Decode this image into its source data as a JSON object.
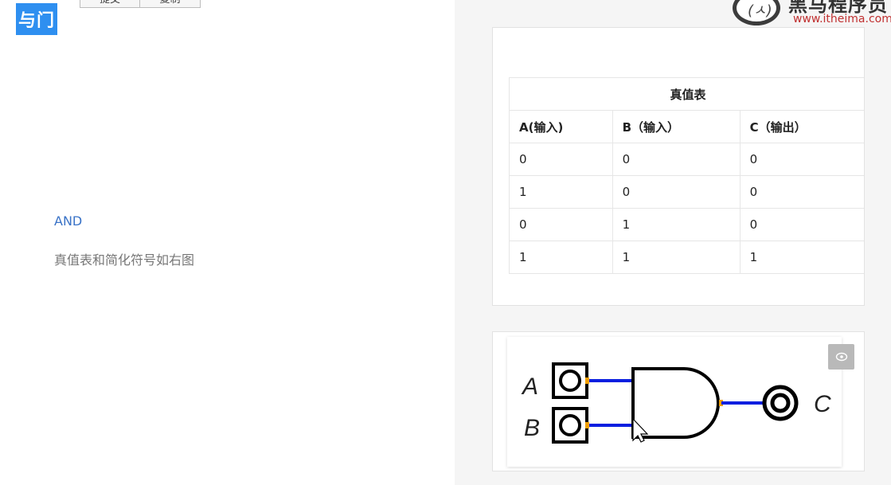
{
  "header": {
    "title": "与门",
    "buttons": [
      "提交",
      "复制"
    ]
  },
  "logo": {
    "name": "黑马程序员",
    "url": "www.itheima.com"
  },
  "content": {
    "label": "AND",
    "description": "真值表和简化符号如右图"
  },
  "truth_table": {
    "caption": "真值表",
    "headers": [
      "A(输入)",
      "B（输入）",
      "C（输出）"
    ],
    "rows": [
      [
        "0",
        "0",
        "0"
      ],
      [
        "1",
        "0",
        "0"
      ],
      [
        "0",
        "1",
        "0"
      ],
      [
        "1",
        "1",
        "1"
      ]
    ]
  },
  "diagram": {
    "input_a": "A",
    "input_b": "B",
    "output": "C",
    "colors": {
      "wire": "#0a1fe0",
      "pin": "#f2a000",
      "stroke": "#000000"
    }
  },
  "icons": {
    "view": "eye-icon"
  }
}
